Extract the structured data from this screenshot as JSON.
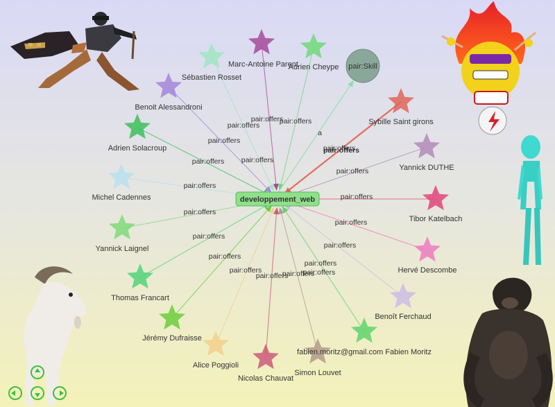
{
  "center": {
    "label": "developpement_web"
  },
  "skill_node": {
    "label": "pair:Skill"
  },
  "skill_edge_label": "a",
  "edges": [
    {
      "label": "pair:offers"
    },
    {
      "label": "pair:offers"
    },
    {
      "label": "pair:offers"
    },
    {
      "label": "pair:offers"
    },
    {
      "label": "pair:offers"
    },
    {
      "label": "pair:offers"
    },
    {
      "label": "pair:offers"
    },
    {
      "label": "pair:offers"
    },
    {
      "label": "pair:offers"
    },
    {
      "label": "pair:offers"
    },
    {
      "label": "pair:offers"
    },
    {
      "label": "pair:offers"
    },
    {
      "label": "pair:offers"
    },
    {
      "label": "pair:offers"
    },
    {
      "label": "pair:offers"
    },
    {
      "label": "pair:offers"
    },
    {
      "label": "pair:offers"
    },
    {
      "label": "pair:offers"
    },
    {
      "label": "pair:offers"
    },
    {
      "label": "pair:offers"
    },
    {
      "label": "pair:offers"
    }
  ],
  "persons": [
    {
      "label": "Marc-Antoine Parent",
      "color": "#a64a9a"
    },
    {
      "label": "Adrien Cheype",
      "color": "#6fd97a"
    },
    {
      "label": "Sébastien Rosset",
      "color": "#9fe6c2"
    },
    {
      "label": "Benoit Alessandroni",
      "color": "#a387d9"
    },
    {
      "label": "Adrien Solacroup",
      "color": "#3cbf5a"
    },
    {
      "label": "Michel Cadennes",
      "color": "#b8e0ec"
    },
    {
      "label": "Yannick Laignel",
      "color": "#7fd97a"
    },
    {
      "label": "Thomas Francart",
      "color": "#52d47a"
    },
    {
      "label": "Jérémy Dufraisse",
      "color": "#6acc3c"
    },
    {
      "label": "Alice Poggioli",
      "color": "#f2d08c"
    },
    {
      "label": "Nicolas Chauvat",
      "color": "#cc5a7a"
    },
    {
      "label": "Simon Louvet",
      "color": "#b39a8a"
    },
    {
      "label": "fabien.moritz@gmail.com Fabien Moritz",
      "color": "#5fd46a"
    },
    {
      "label": "Benoît Ferchaud",
      "color": "#cdbce6"
    },
    {
      "label": "Hervé Descombe",
      "color": "#f07ac0"
    },
    {
      "label": "Tibor Katelbach",
      "color": "#e0457a"
    },
    {
      "label": "Yannick DUTHE",
      "color": "#b38ab8"
    },
    {
      "label": "Sybille Saint girons",
      "color": "#e0665a"
    }
  ]
}
